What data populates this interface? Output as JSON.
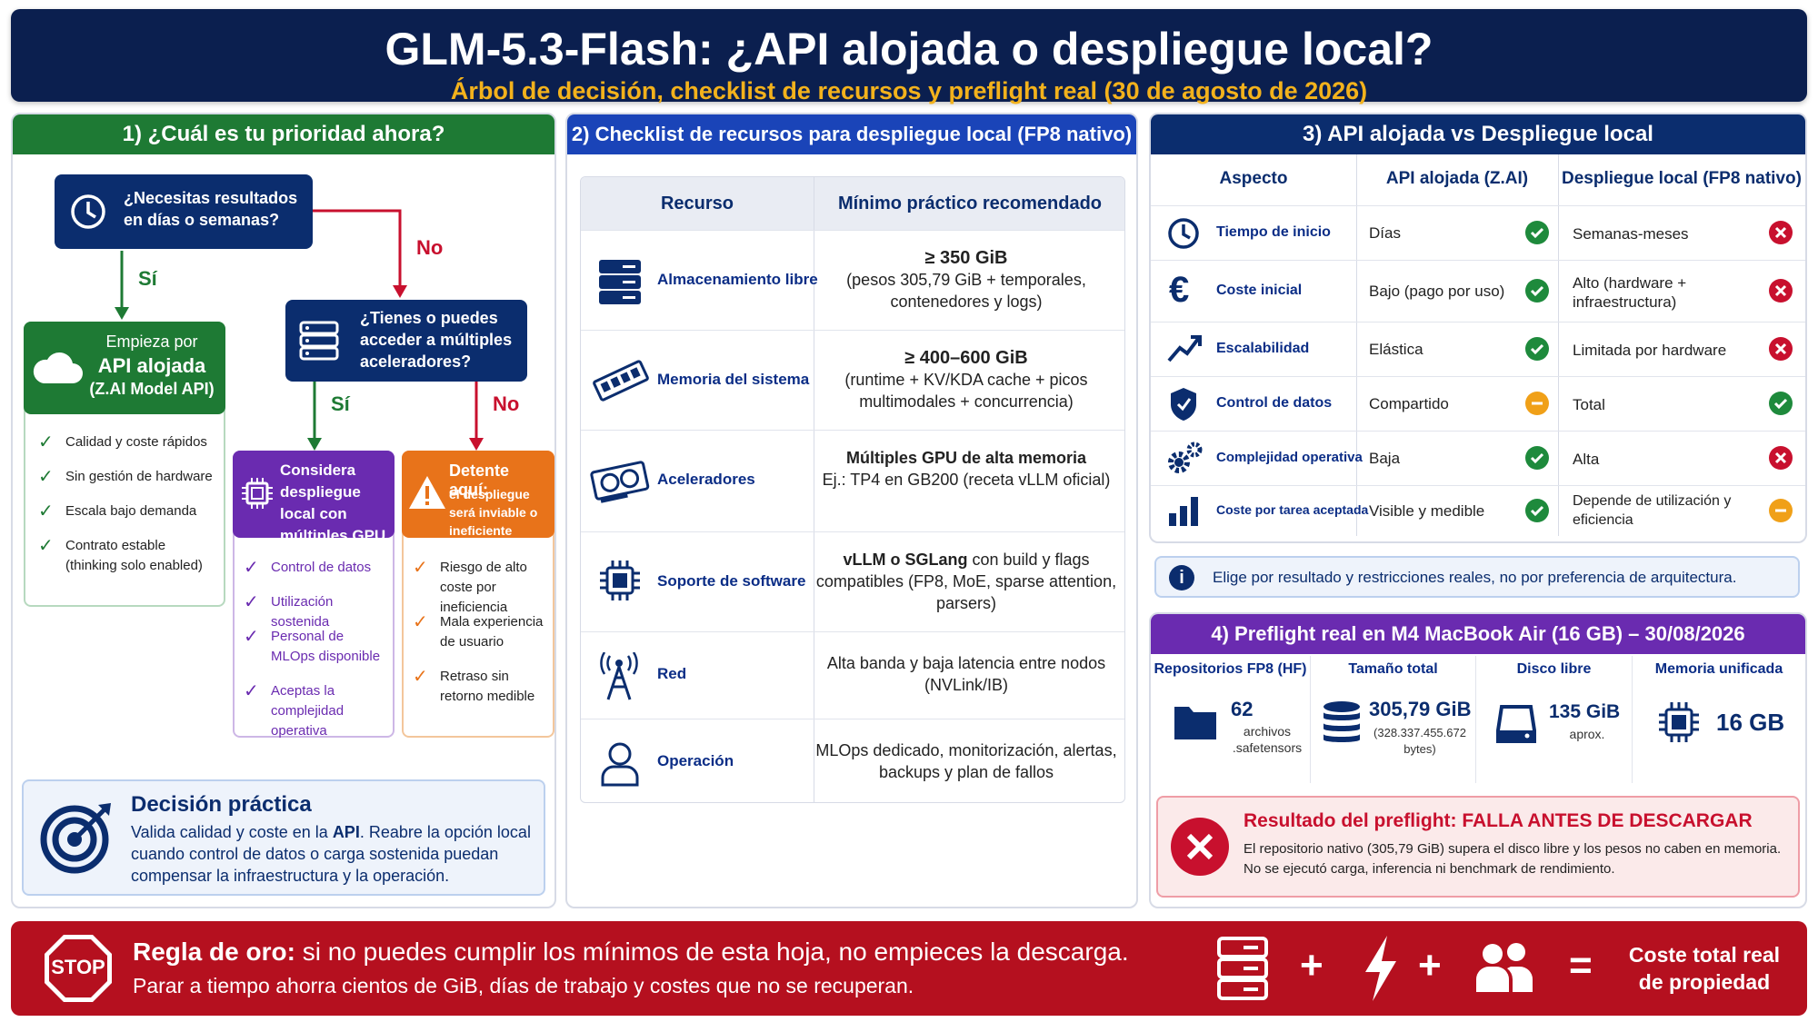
{
  "header": {
    "title": "GLM-5.3-Flash: ¿API alojada o despliegue local?",
    "subtitle": "Árbol de decisión, checklist de recursos y preflight real (30 de agosto de 2026)"
  },
  "section1": {
    "title": "1) ¿Cuál es tu prioridad ahora?",
    "q1": "¿Necesitas resultados en días o semanas?",
    "yes": "Sí",
    "no": "No",
    "start": {
      "line1": "Empieza por",
      "line2": "API alojada",
      "line3": "(Z.AI Model API)"
    },
    "start_checks": [
      "Calidad y coste rápidos",
      "Sin gestión de hardware",
      "Escala bajo demanda",
      "Contrato estable (thinking solo enabled)"
    ],
    "q2": "¿Tienes o puedes acceder a múltiples aceleradores?",
    "consider": "Considera despliegue local con múltiples GPU",
    "consider_checks": [
      "Control de datos",
      "Utilización sostenida",
      "Personal de MLOps disponible",
      "Aceptas la complejidad operativa"
    ],
    "stop": {
      "title": "Detente aquí:",
      "text": "el despliegue será inviable o ineficiente"
    },
    "stop_checks": [
      "Riesgo de alto coste por ineficiencia",
      "Mala experiencia de usuario",
      "Retraso sin retorno medible"
    ],
    "decision": {
      "title": "Decisión práctica",
      "text_a": "Valida calidad y coste en la ",
      "text_b": "API",
      "text_c": ". Reabre la opción local cuando control de datos o carga sostenida puedan compensar la infraestructura y la operación."
    }
  },
  "section2": {
    "title": "2) Checklist de recursos para despliegue local (FP8 nativo)",
    "col1": "Recurso",
    "col2": "Mínimo práctico recomendado",
    "rows": [
      {
        "icon": "server-icon",
        "name": "Almacenamiento libre",
        "bold": "≥ 350 GiB",
        "text": "(pesos 305,79 GiB + temporales, contenedores y logs)"
      },
      {
        "icon": "memory-icon",
        "name": "Memoria del sistema",
        "bold": "≥ 400–600 GiB",
        "text": "(runtime + KV/KDA cache + picos multimodales + concurrencia)"
      },
      {
        "icon": "gpu-icon",
        "name": "Aceleradores",
        "bold": "Múltiples GPU de alta memoria",
        "text": "Ej.: TP4 en GB200 (receta vLLM oficial)"
      },
      {
        "icon": "chip-icon",
        "name": "Soporte de software",
        "bold": "vLLM o SGLang",
        "text": " con build y flags compatibles (FP8, MoE, sparse attention, parsers)"
      },
      {
        "icon": "antenna-icon",
        "name": "Red",
        "bold": "",
        "text": "Alta banda y baja latencia entre nodos (NVLink/IB)"
      },
      {
        "icon": "person-icon",
        "name": "Operación",
        "bold": "",
        "text": "MLOps dedicado, monitorización, alertas, backups y plan de fallos"
      }
    ]
  },
  "section3": {
    "title": "3) API alojada vs Despliegue local",
    "cols": [
      "Aspecto",
      "API alojada (Z.AI)",
      "Despliegue local (FP8 nativo)"
    ],
    "rows": [
      {
        "icon": "clock-icon",
        "aspect": "Tiempo de inicio",
        "api": "Días",
        "api_s": "ok",
        "local": "Semanas-meses",
        "local_s": "bad"
      },
      {
        "icon": "euro-icon",
        "aspect": "Coste inicial",
        "api": "Bajo (pago por uso)",
        "api_s": "ok",
        "local": "Alto (hardware + infraestructura)",
        "local_s": "bad"
      },
      {
        "icon": "trend-icon",
        "aspect": "Escalabilidad",
        "api": "Elástica",
        "api_s": "ok",
        "local": "Limitada por hardware",
        "local_s": "bad"
      },
      {
        "icon": "shield-icon",
        "aspect": "Control de datos",
        "api": "Compartido",
        "api_s": "mid",
        "local": "Total",
        "local_s": "ok"
      },
      {
        "icon": "gears-icon",
        "aspect": "Complejidad operativa",
        "api": "Baja",
        "api_s": "ok",
        "local": "Alta",
        "local_s": "bad"
      },
      {
        "icon": "barchart-icon",
        "aspect": "Coste por tarea aceptada",
        "api": "Visible y medible",
        "api_s": "ok",
        "local": "Depende de utilización y eficiencia",
        "local_s": "mid"
      }
    ],
    "note": "Elige por resultado y restricciones reales, no por preferencia de arquitectura.",
    "status_colors": {
      "ok": "#1e8a3c",
      "bad": "#c8102e",
      "mid": "#f0a018"
    }
  },
  "section4": {
    "title": "4) Preflight real en M4 MacBook Air (16 GB) – 30/08/2026",
    "cols": [
      {
        "head": "Repositorios FP8 (HF)",
        "big": "62",
        "small": "archivos .safetensors",
        "icon": "folder-icon"
      },
      {
        "head": "Tamaño total",
        "big": "305,79 GiB",
        "small": "(328.337.455.672 bytes)",
        "icon": "database-icon"
      },
      {
        "head": "Disco libre",
        "big": "135 GiB",
        "small": "aprox.",
        "icon": "disk-icon"
      },
      {
        "head": "Memoria unificada",
        "big": "16 GB",
        "small": "",
        "icon": "chip-icon"
      }
    ],
    "result_label": "Resultado del preflight: ",
    "result_value": "FALLA ANTES DE DESCARGAR",
    "result_text": "El repositorio nativo (305,79 GiB) supera el disco libre y los pesos no caben en memoria. No se ejecutó carga, inferencia ni benchmark de rendimiento."
  },
  "footer": {
    "stop": "STOP",
    "rule_label": "Regla de oro:",
    "rule_text": " si no puedes cumplir los mínimos de esta hoja, no empieces la descarga.",
    "line2": "Parar a tiempo ahorra cientos de GiB, días de trabajo y costes que no se recuperan.",
    "plus": "+",
    "equals": "=",
    "tco": "Coste total real de propiedad"
  },
  "colors": {
    "navy": "#0b1f4f",
    "green": "#1e7a34",
    "blue": "#1a44b8",
    "purple": "#6a2bb0",
    "orange": "#e8731a",
    "red": "#c8102e",
    "gold": "#f3b21c"
  }
}
